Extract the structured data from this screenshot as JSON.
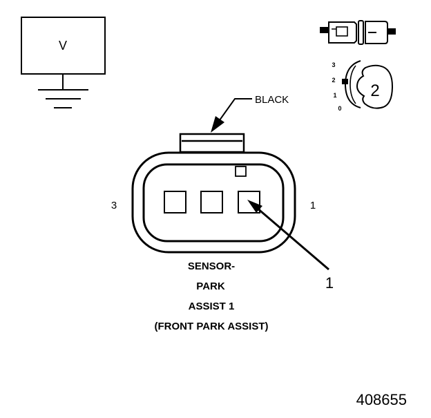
{
  "meter": {
    "label": "V"
  },
  "connector": {
    "color_label": "BLACK",
    "pin_label_left": "3",
    "pin_label_right": "1",
    "callout_number": "1"
  },
  "key_inset": {
    "position_numbers": [
      "3",
      "2",
      "1",
      "0"
    ],
    "key_number": "2"
  },
  "caption": {
    "line1": "SENSOR-",
    "line2": "PARK",
    "line3": "ASSIST 1",
    "line4": "(FRONT PARK ASSIST)"
  },
  "figure_id": "408655"
}
